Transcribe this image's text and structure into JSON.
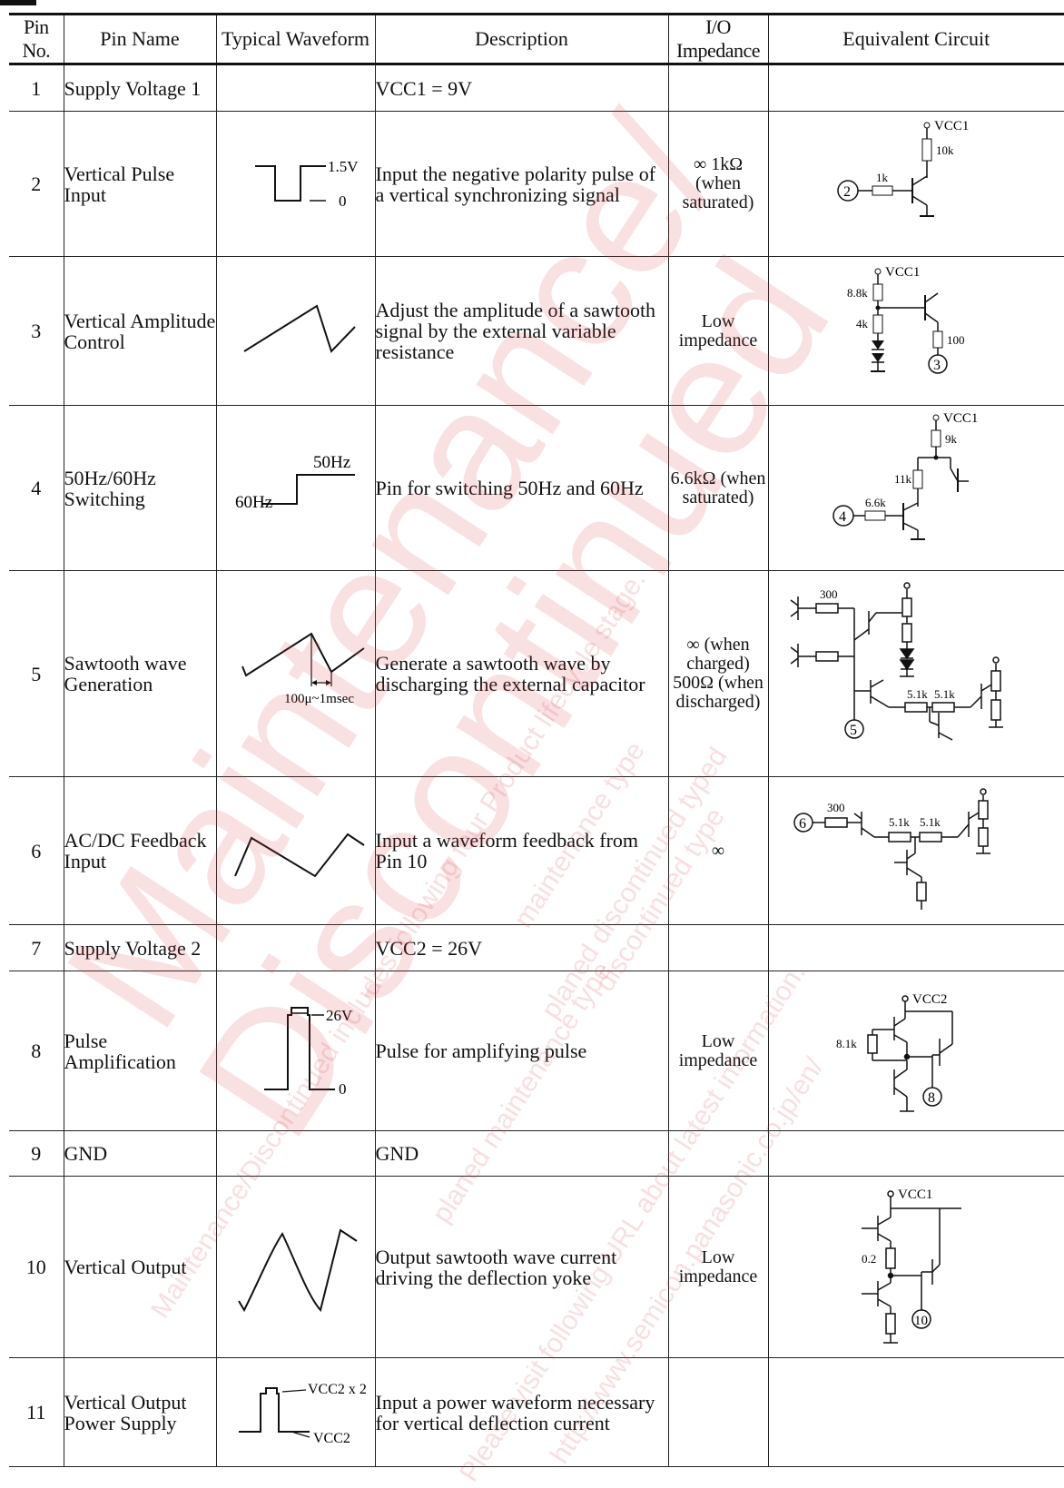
{
  "table": {
    "headers": [
      "Pin No.",
      "Pin Name",
      "Typical Waveform",
      "Description",
      "I/O Impedance",
      "Equivalent Circuit"
    ],
    "rows": [
      {
        "no": "1",
        "name": "Supply Voltage 1",
        "desc": "VCC1 = 9V",
        "io": ""
      },
      {
        "no": "2",
        "name": "Vertical Pulse Input",
        "desc": "Input the negative polarity pulse of a vertical synchronizing signal",
        "io": "∞ 1kΩ (when saturated)"
      },
      {
        "no": "3",
        "name": "Vertical Amplitude Control",
        "desc": "Adjust the amplitude of a sawtooth signal by the external variable resistance",
        "io": "Low impedance"
      },
      {
        "no": "4",
        "name": "50Hz/60Hz Switching",
        "desc": "Pin for switching 50Hz and 60Hz",
        "io": "6.6kΩ (when saturated)"
      },
      {
        "no": "5",
        "name": "Sawtooth wave Generation",
        "desc": "Generate a sawtooth wave by discharging the external capacitor",
        "io": "∞ (when charged) 500Ω (when discharged)"
      },
      {
        "no": "6",
        "name": "AC/DC Feedback Input",
        "desc": "Input a waveform feedback from Pin 10",
        "io": "∞"
      },
      {
        "no": "7",
        "name": "Supply Voltage 2",
        "desc": "VCC2 = 26V",
        "io": ""
      },
      {
        "no": "8",
        "name": "Pulse Amplification",
        "desc": "Pulse for amplifying pulse",
        "io": "Low impedance"
      },
      {
        "no": "9",
        "name": "GND",
        "desc": "GND",
        "io": ""
      },
      {
        "no": "10",
        "name": "Vertical Output",
        "desc": "Output sawtooth wave current driving the deflection yoke",
        "io": "Low impedance"
      },
      {
        "no": "11",
        "name": "Vertical Output Power Supply",
        "desc": "Input a power waveform necessary for vertical deflection current",
        "io": ""
      }
    ]
  },
  "waveform_labels": {
    "p2_high": "1.5V",
    "p2_low": "0",
    "p4_high": "50Hz",
    "p4_low": "60Hz",
    "p5_time": "100μ~1msec",
    "p8_high": "26V",
    "p8_low": "0",
    "p11_high": "VCC2 x 2",
    "p11_low": "VCC2"
  },
  "circuit_labels": {
    "vcc1": "VCC1",
    "vcc2": "VCC2",
    "r10k": "10k",
    "r1k": "1k",
    "r8_8k": "8.8k",
    "r4k": "4k",
    "r100": "100",
    "r9k": "9k",
    "r11k": "11k",
    "r6_6k": "6.6k",
    "r300": "300",
    "r5_1k": "5.1k",
    "r8_1k": "8.1k",
    "r0_2": "0.2",
    "pin2": "2",
    "pin3": "3",
    "pin4": "4",
    "pin5": "5",
    "pin6": "6",
    "pin8": "8",
    "pin10": "10"
  },
  "watermark": {
    "line1": "Maintenance/",
    "line2": "Discontinued",
    "small": [
      "Maintenance/Discontinued includes following four Product lifecycle stage.",
      "planed maintenance type",
      "maintenance type",
      "planed discontinued typed",
      "discontinued type",
      "Please visit following URL about latest information.",
      "http://www.semicon.panasonic.co.jp/en/"
    ]
  }
}
